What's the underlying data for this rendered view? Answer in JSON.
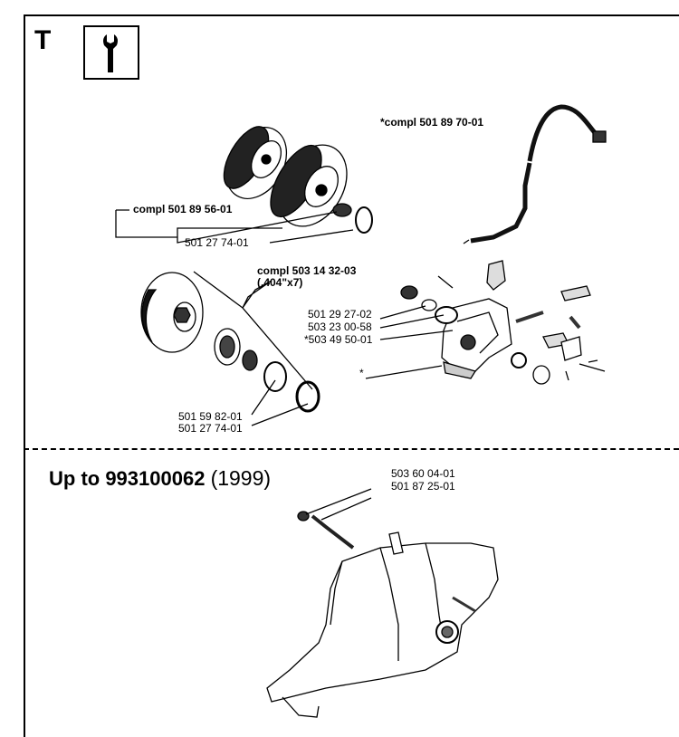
{
  "section": {
    "letter": "T",
    "tool_icon": "wrench-icon"
  },
  "labels": {
    "oil_pump_compl": "*compl 501 89 70-01",
    "clutch_drum_compl": "compl 501 89 56-01",
    "clutch_bearing_top": "501 27 74-01",
    "rim_drum_compl": "compl 503 14 32-03",
    "rim_drum_spec": "(.404\"x7)",
    "needle_bearing": "501 59 82-01",
    "washer_bottom": "501 27 74-01",
    "pump_part_1": "501 29 27-02",
    "pump_part_2": "503 23 00-58",
    "pump_part_3": "*503 49 50-01",
    "asterisk": "*"
  },
  "variant": {
    "heading_bold": "Up to 993100062",
    "heading_year": "(1999)",
    "part_1": "503 60 04-01",
    "part_2": "501 87 25-01"
  }
}
